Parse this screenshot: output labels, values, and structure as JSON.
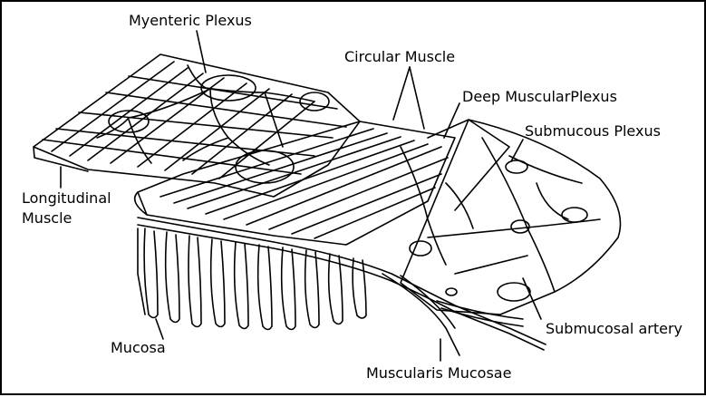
{
  "labels": {
    "myenteric_plexus": "Myenteric Plexus",
    "circular_muscle": "Circular Muscle",
    "deep_muscular_plexus": "Deep MuscularPlexus",
    "submucous_plexus": "Submucous Plexus",
    "longitudinal_line1": "Longitudinal",
    "longitudinal_line2": "Muscle",
    "mucosa": "Mucosa",
    "submucosal_artery": "Submucosal artery",
    "muscularis_mucosae": "Muscularis Mucosae"
  },
  "colors": {
    "ink": "#000000",
    "paper": "#ffffff"
  }
}
